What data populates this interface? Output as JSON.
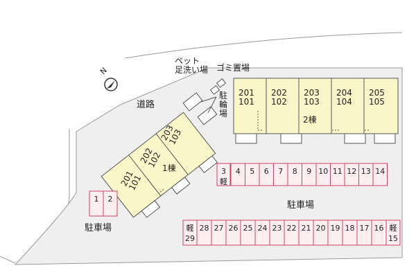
{
  "compass": {
    "label": "N"
  },
  "labels": {
    "road": "道路",
    "pet_wash": "ペット\n足洗い場",
    "garbage": "ゴミ置場",
    "bike_parking": "駐輪場",
    "parking_main": "駐車場",
    "parking_left": "駐車場"
  },
  "building2": {
    "name": "2棟",
    "units": [
      {
        "top": "201",
        "bottom": "101"
      },
      {
        "top": "202",
        "bottom": "102"
      },
      {
        "top": "203",
        "bottom": "103"
      },
      {
        "top": "204",
        "bottom": "104"
      },
      {
        "top": "205",
        "bottom": "105"
      }
    ]
  },
  "building1": {
    "name": "1棟",
    "units": [
      {
        "top": "201",
        "bottom": "101"
      },
      {
        "top": "202",
        "bottom": "102"
      },
      {
        "top": "203",
        "bottom": "103"
      }
    ]
  },
  "parking": {
    "left_spaces": [
      "1",
      "2"
    ],
    "top_row_first": {
      "num": "3",
      "kei": "軽"
    },
    "top_row": [
      "4",
      "5",
      "6",
      "7",
      "8",
      "9",
      "10",
      "11",
      "12",
      "13",
      "14"
    ],
    "bottom_row_first": {
      "num": "29",
      "kei": "軽"
    },
    "bottom_row": [
      "28",
      "27",
      "26",
      "25",
      "24",
      "23",
      "22",
      "21",
      "20",
      "19",
      "18",
      "17",
      "16"
    ],
    "bottom_row_last": {
      "num": "15",
      "kei": "軽"
    }
  },
  "colors": {
    "site": "#efefef",
    "building": "#fbf6c9",
    "building_stroke": "#555555",
    "parking_fill": "#fdeef2",
    "parking_stroke": "#d04060"
  }
}
